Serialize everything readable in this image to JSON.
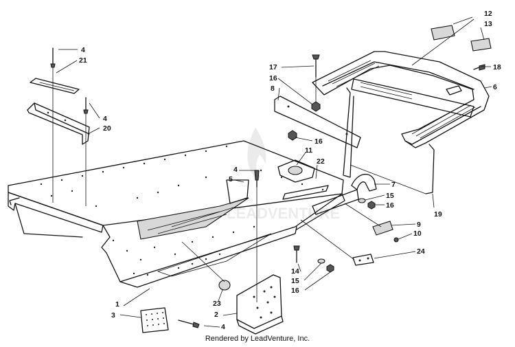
{
  "credit": "Rendered by LeadVenture, Inc.",
  "callouts": {
    "c1": "1",
    "c2": "2",
    "c3": "3",
    "c4a": "4",
    "c4b": "4",
    "c4c": "4",
    "c4d": "4",
    "c5": "5",
    "c6": "6",
    "c7": "7",
    "c8": "8",
    "c9": "9",
    "c10": "10",
    "c11": "11",
    "c12": "12",
    "c13": "13",
    "c14": "14",
    "c15a": "15",
    "c15b": "15",
    "c16a": "16",
    "c16b": "16",
    "c16c": "16",
    "c16d": "16",
    "c17": "17",
    "c18": "18",
    "c19": "19",
    "c20": "20",
    "c21": "21",
    "c22": "22",
    "c23": "23",
    "c24": "24"
  },
  "icons": {
    "watermark": "leadventure-flame-logo"
  }
}
